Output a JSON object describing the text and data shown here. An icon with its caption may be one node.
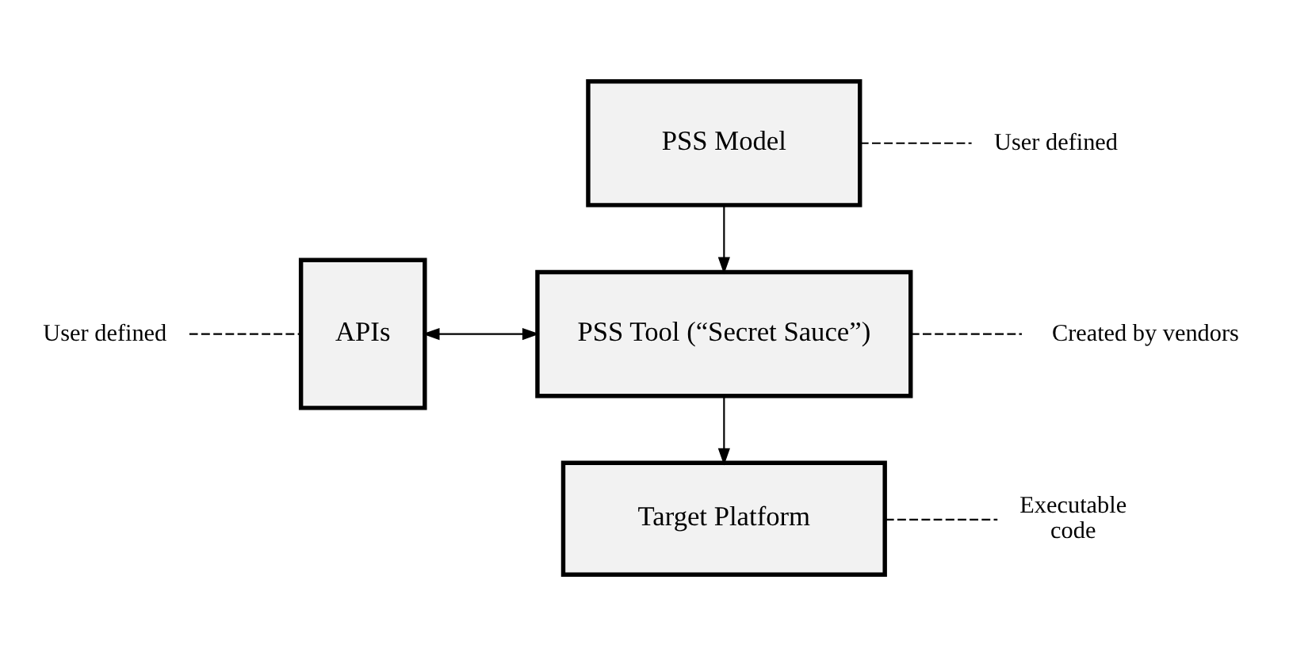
{
  "diagram": {
    "nodes": [
      {
        "text": [
          "PSS Model"
        ]
      },
      {
        "text": [
          "APIs"
        ]
      },
      {
        "text": [
          "PSS Tool (“Secret Sauce”)"
        ]
      },
      {
        "text": [
          "Target Platform"
        ]
      },
      {
        "text": [
          "User defined"
        ]
      },
      {
        "text": [
          "User defined"
        ]
      },
      {
        "text": [
          "Created by vendors"
        ]
      },
      {
        "text": [
          "Executable code"
        ]
      }
    ],
    "edges": [
      {
        "from": 0,
        "to": 2,
        "arrow": "to"
      },
      {
        "from": 1,
        "to": 2,
        "arrow": "both"
      },
      {
        "from": 2,
        "to": 3,
        "arrow": "to"
      },
      {
        "from": 4,
        "to": 0,
        "arrow": "none",
        "style": "dashed"
      },
      {
        "from": 5,
        "to": 1,
        "arrow": "none",
        "style": "dashed"
      },
      {
        "from": 6,
        "to": 2,
        "arrow": "none",
        "style": "dashed"
      },
      {
        "from": 7,
        "to": 3,
        "arrow": "none",
        "style": "dashed"
      }
    ]
  }
}
